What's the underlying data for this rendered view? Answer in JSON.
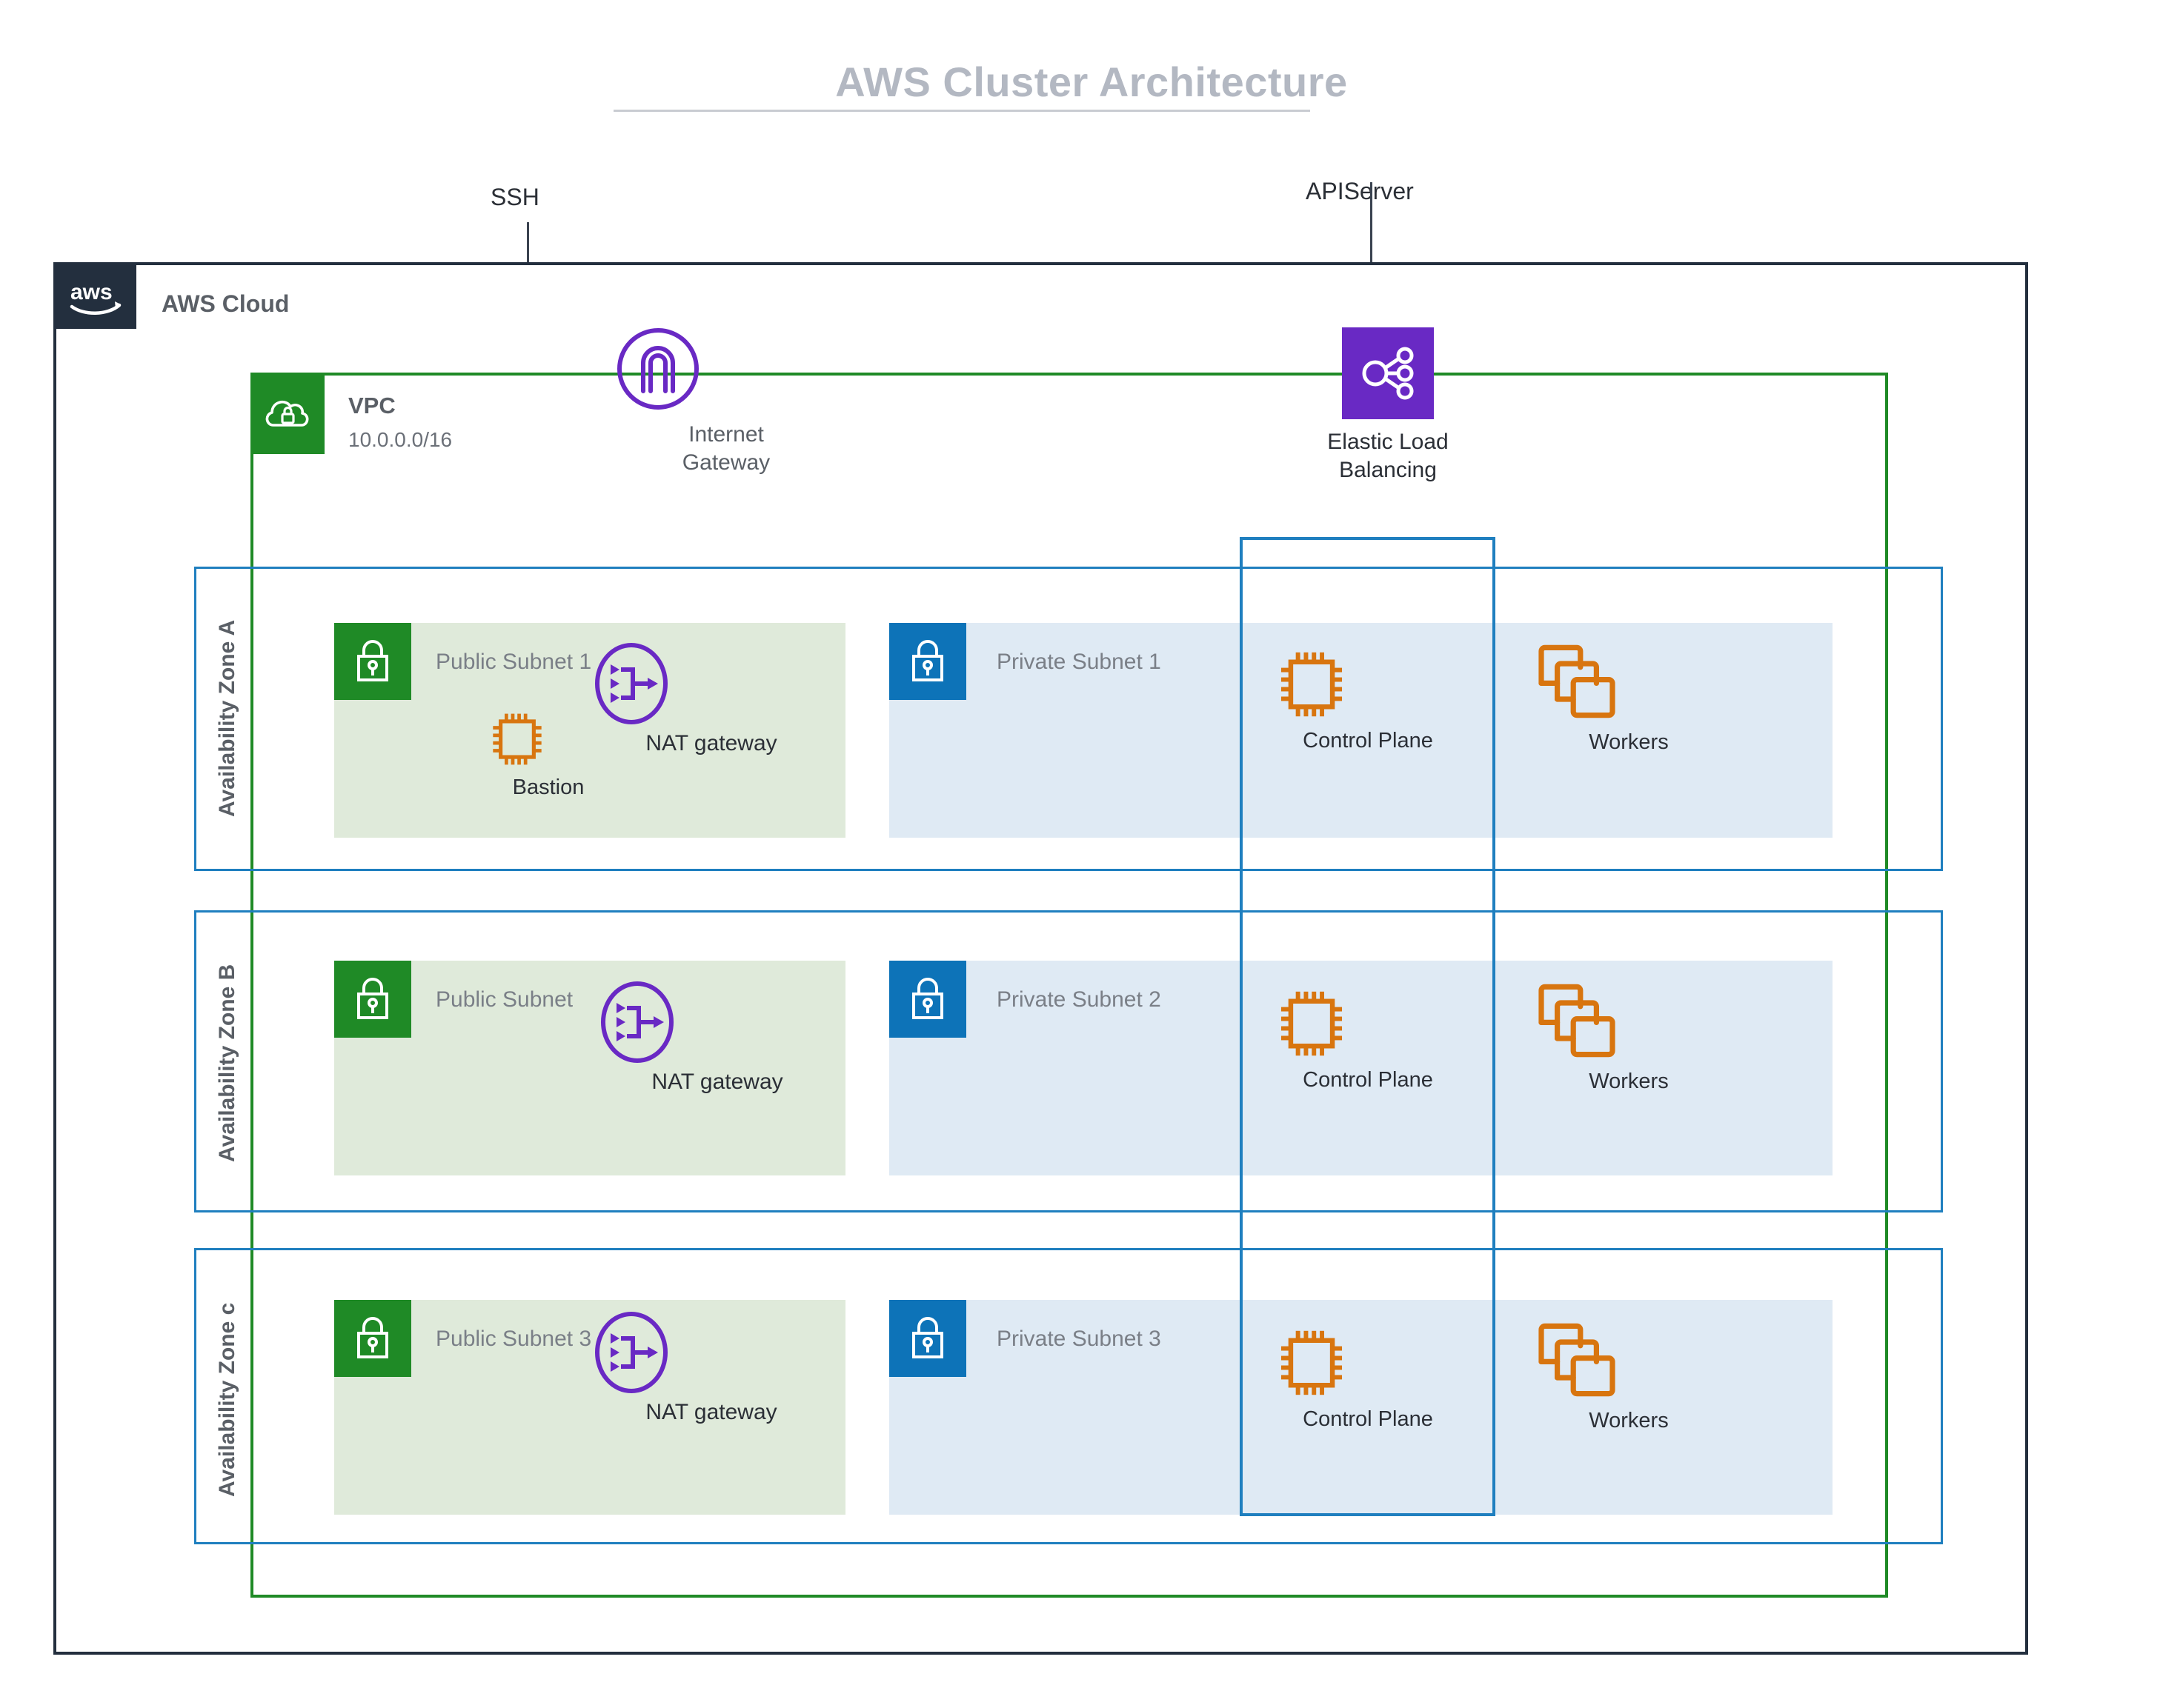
{
  "title": "AWS Cluster Architecture",
  "colors": {
    "aws_dark": "#232f3e",
    "vpc_green": "#1f8a26",
    "az_blue": "#1f7fbf",
    "subnet_private_blue": "#0d73b8",
    "public_panel": "#dfeada",
    "private_panel": "#dfeaf4",
    "purple": "#6929c4",
    "orange": "#d8750f",
    "title_grey": "#b3b8c2"
  },
  "cloud": {
    "label": "AWS Cloud",
    "logo_icon": "aws-logo-icon"
  },
  "vpc": {
    "label": "VPC",
    "cidr": "10.0.0.0/16",
    "icon": "vpc-cloud-lock-icon"
  },
  "connectors": {
    "ssh": {
      "label": "SSH",
      "icon": "arrow-down-icon"
    },
    "apiserver": {
      "label": "APIServer",
      "icon": "arrow-down-icon"
    }
  },
  "internet_gateway": {
    "label_line1": "Internet",
    "label_line2": "Gateway",
    "icon": "internet-gateway-icon"
  },
  "elastic_load_balancing": {
    "label_line1": "Elastic Load",
    "label_line2": "Balancing",
    "icon": "elastic-load-balancing-icon"
  },
  "availability_zones": [
    {
      "label": "Availability Zone A",
      "public_subnet": {
        "name": "Public Subnet 1",
        "lock_icon": "lock-icon",
        "nat_gateway": {
          "label": "NAT gateway",
          "icon": "nat-gateway-icon"
        },
        "bastion": {
          "label": "Bastion",
          "icon": "cpu-chip-icon"
        }
      },
      "private_subnet": {
        "name": "Private Subnet 1",
        "lock_icon": "lock-icon",
        "control_plane": {
          "label": "Control Plane",
          "icon": "cpu-chip-icon"
        },
        "workers": {
          "label": "Workers",
          "icon": "stacked-squares-icon"
        }
      }
    },
    {
      "label": "Availability Zone B",
      "public_subnet": {
        "name": "Public Subnet",
        "lock_icon": "lock-icon",
        "nat_gateway": {
          "label": "NAT gateway",
          "icon": "nat-gateway-icon"
        }
      },
      "private_subnet": {
        "name": "Private Subnet 2",
        "lock_icon": "lock-icon",
        "control_plane": {
          "label": "Control Plane",
          "icon": "cpu-chip-icon"
        },
        "workers": {
          "label": "Workers",
          "icon": "stacked-squares-icon"
        }
      }
    },
    {
      "label": "Availability Zone c",
      "public_subnet": {
        "name": "Public Subnet 3",
        "lock_icon": "lock-icon",
        "nat_gateway": {
          "label": "NAT gateway",
          "icon": "nat-gateway-icon"
        }
      },
      "private_subnet": {
        "name": "Private Subnet 3",
        "lock_icon": "lock-icon",
        "control_plane": {
          "label": "Control Plane",
          "icon": "cpu-chip-icon"
        },
        "workers": {
          "label": "Workers",
          "icon": "stacked-squares-icon"
        }
      }
    }
  ]
}
